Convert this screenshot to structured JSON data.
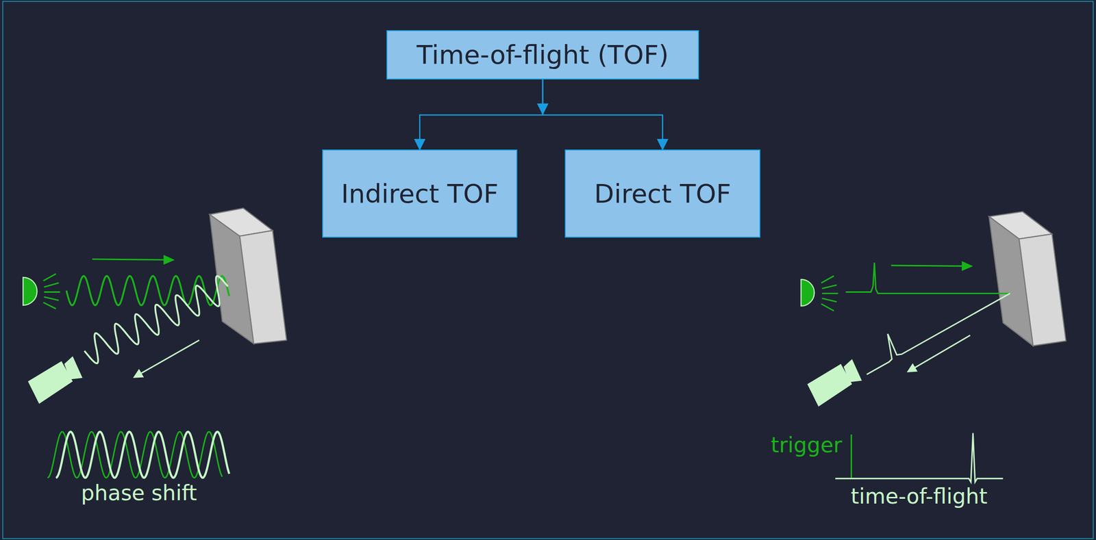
{
  "diagram": {
    "nodes": [
      {
        "text": [
          "Time-of-flight (TOF)"
        ]
      },
      {
        "text": [
          "Indirect TOF"
        ]
      },
      {
        "text": [
          "Direct TOF"
        ]
      }
    ],
    "edges": [
      {
        "from": 0,
        "to": 1,
        "arrow": "to"
      },
      {
        "from": 0,
        "to": 2,
        "arrow": "to"
      }
    ],
    "labels": [
      "phase shift",
      "trigger",
      "time-of-flight"
    ]
  }
}
